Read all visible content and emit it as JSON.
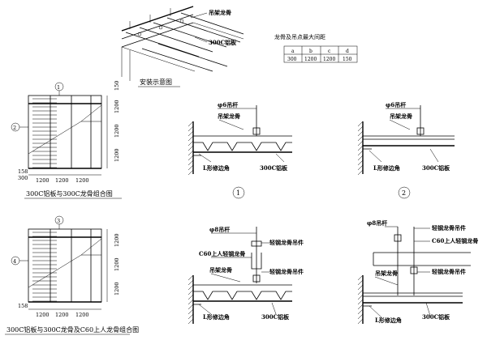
{
  "iso": {
    "label_hanger": "吊架龙骨",
    "label_panel": "300C铝板",
    "caption": "安装示意图"
  },
  "spacing_table": {
    "title": "龙骨及吊点最大间距",
    "headers": [
      "a",
      "b",
      "c",
      "d"
    ],
    "values": [
      "300",
      "1200",
      "1200",
      "150"
    ]
  },
  "plan1": {
    "callout_top": "1",
    "callout_side": "2",
    "dim_150": "150",
    "dim_1200": "1200",
    "dim_158": "158",
    "dim_300": "300",
    "dims_bottom": [
      "1200",
      "1200",
      "1200"
    ],
    "caption": "300C铝板与300C龙骨组合图"
  },
  "plan2": {
    "callout_top": "3",
    "callout_side": "4",
    "dim_1200": "1200",
    "dim_158": "158",
    "dims_bottom": [
      "1200",
      "1200",
      "1200"
    ],
    "caption": "300C铝板与300C龙骨及C60上人龙骨组合图"
  },
  "section1": {
    "label_rod": "φ6吊杆",
    "label_hanger": "吊架龙骨",
    "label_edge": "L形修边角",
    "label_panel": "300C铝板",
    "number": "1"
  },
  "section2": {
    "label_rod": "φ6吊杆",
    "label_hanger": "吊架龙骨",
    "label_edge": "L形修边角",
    "label_panel": "300C铝板",
    "number": "2"
  },
  "section3": {
    "label_rod": "φ8吊杆",
    "label_clip": "轻钢龙骨吊件",
    "label_c60": "C60上人轻钢龙骨",
    "label_hanger": "吊架龙骨",
    "label_clip2": "轻钢龙骨吊件",
    "label_edge": "L形修边角",
    "label_panel": "300C铝板"
  },
  "section4": {
    "label_rod": "φ8吊杆",
    "label_clip": "轻钢龙骨吊件",
    "label_c60": "C60上人轻钢龙骨",
    "label_clip2": "轻钢龙骨吊件",
    "label_hanger": "吊架龙骨",
    "label_edge": "L形修边角",
    "label_panel": "300C铝板"
  }
}
